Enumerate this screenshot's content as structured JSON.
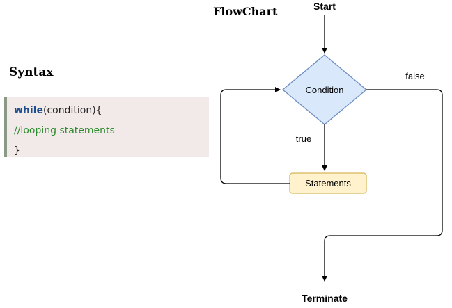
{
  "syntax": {
    "heading": "Syntax",
    "code": {
      "keyword": "while",
      "condition_text": "(condition){",
      "comment": "//looping statements",
      "close": "}"
    }
  },
  "flowchart": {
    "heading": "FlowChart",
    "start_label": "Start",
    "condition_label": "Condition",
    "statements_label": "Statements",
    "true_label": "true",
    "false_label": "false",
    "terminate_label": "Terminate",
    "colors": {
      "condition_fill": "#dae8fc",
      "condition_stroke": "#6c8ebf",
      "statements_fill": "#fff2cc",
      "statements_stroke": "#d6b656",
      "line": "#000000"
    }
  }
}
